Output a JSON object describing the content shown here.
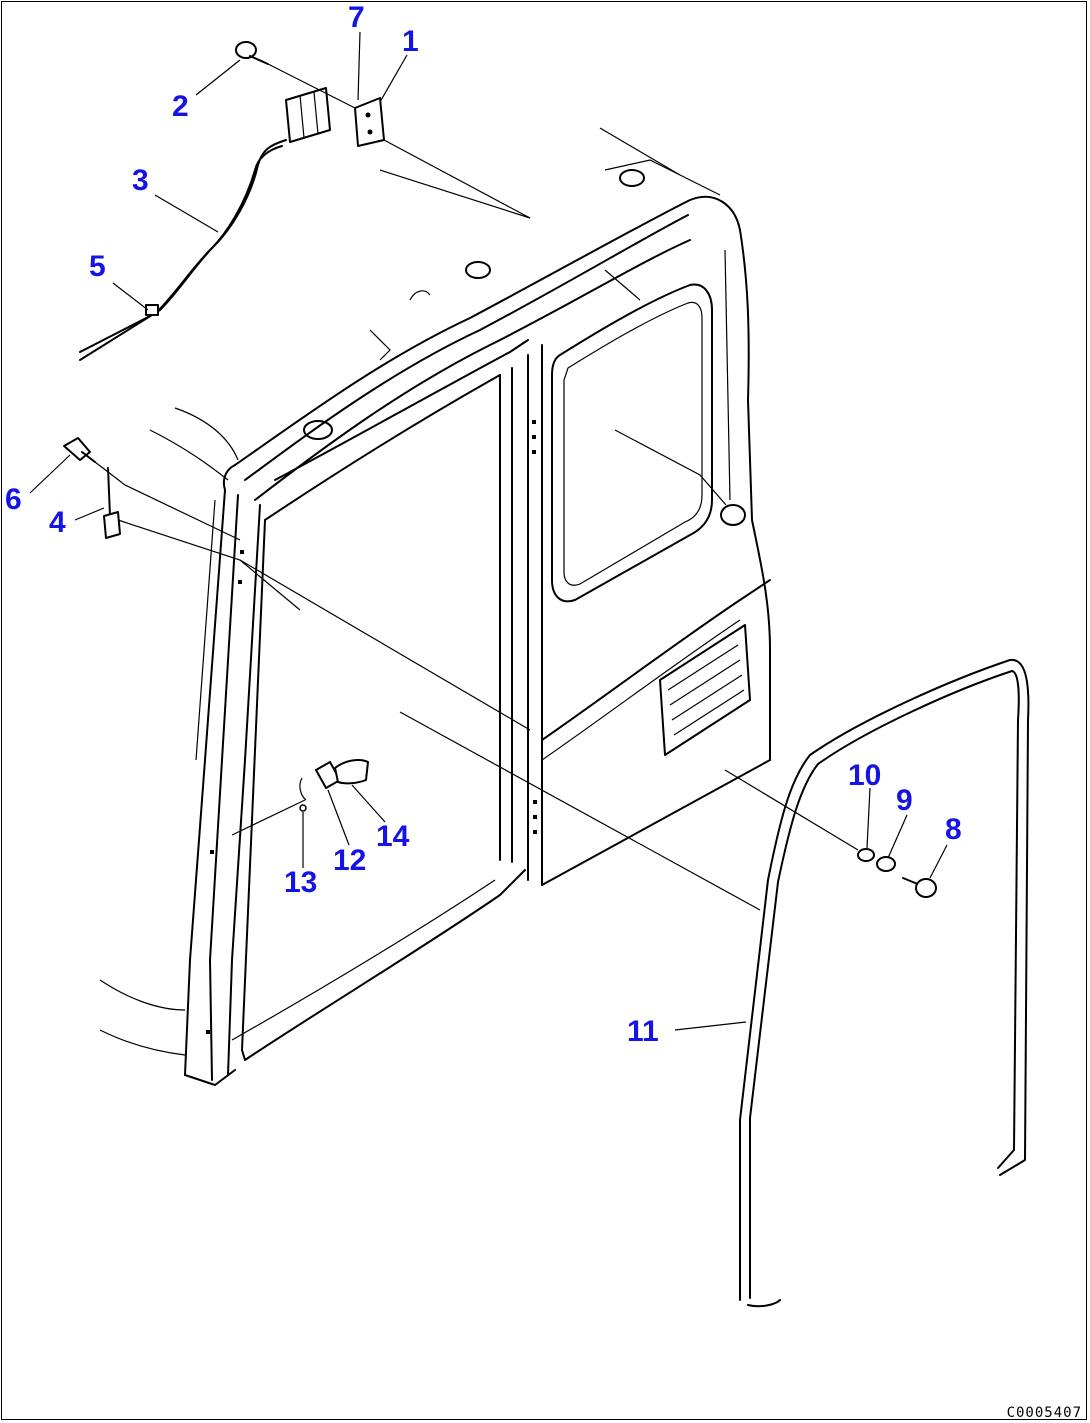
{
  "callouts": [
    {
      "id": "1",
      "label": "1"
    },
    {
      "id": "2",
      "label": "2"
    },
    {
      "id": "3",
      "label": "3"
    },
    {
      "id": "4",
      "label": "4"
    },
    {
      "id": "5",
      "label": "5"
    },
    {
      "id": "6",
      "label": "6"
    },
    {
      "id": "7",
      "label": "7"
    },
    {
      "id": "8",
      "label": "8"
    },
    {
      "id": "9",
      "label": "9"
    },
    {
      "id": "10",
      "label": "10"
    },
    {
      "id": "11",
      "label": "11"
    },
    {
      "id": "12",
      "label": "12"
    },
    {
      "id": "13",
      "label": "13"
    },
    {
      "id": "14",
      "label": "14"
    }
  ],
  "drawing_code": "C0005407",
  "colors": {
    "callout_text": "#1414e6",
    "line_art": "#000000",
    "background": "#ffffff"
  }
}
